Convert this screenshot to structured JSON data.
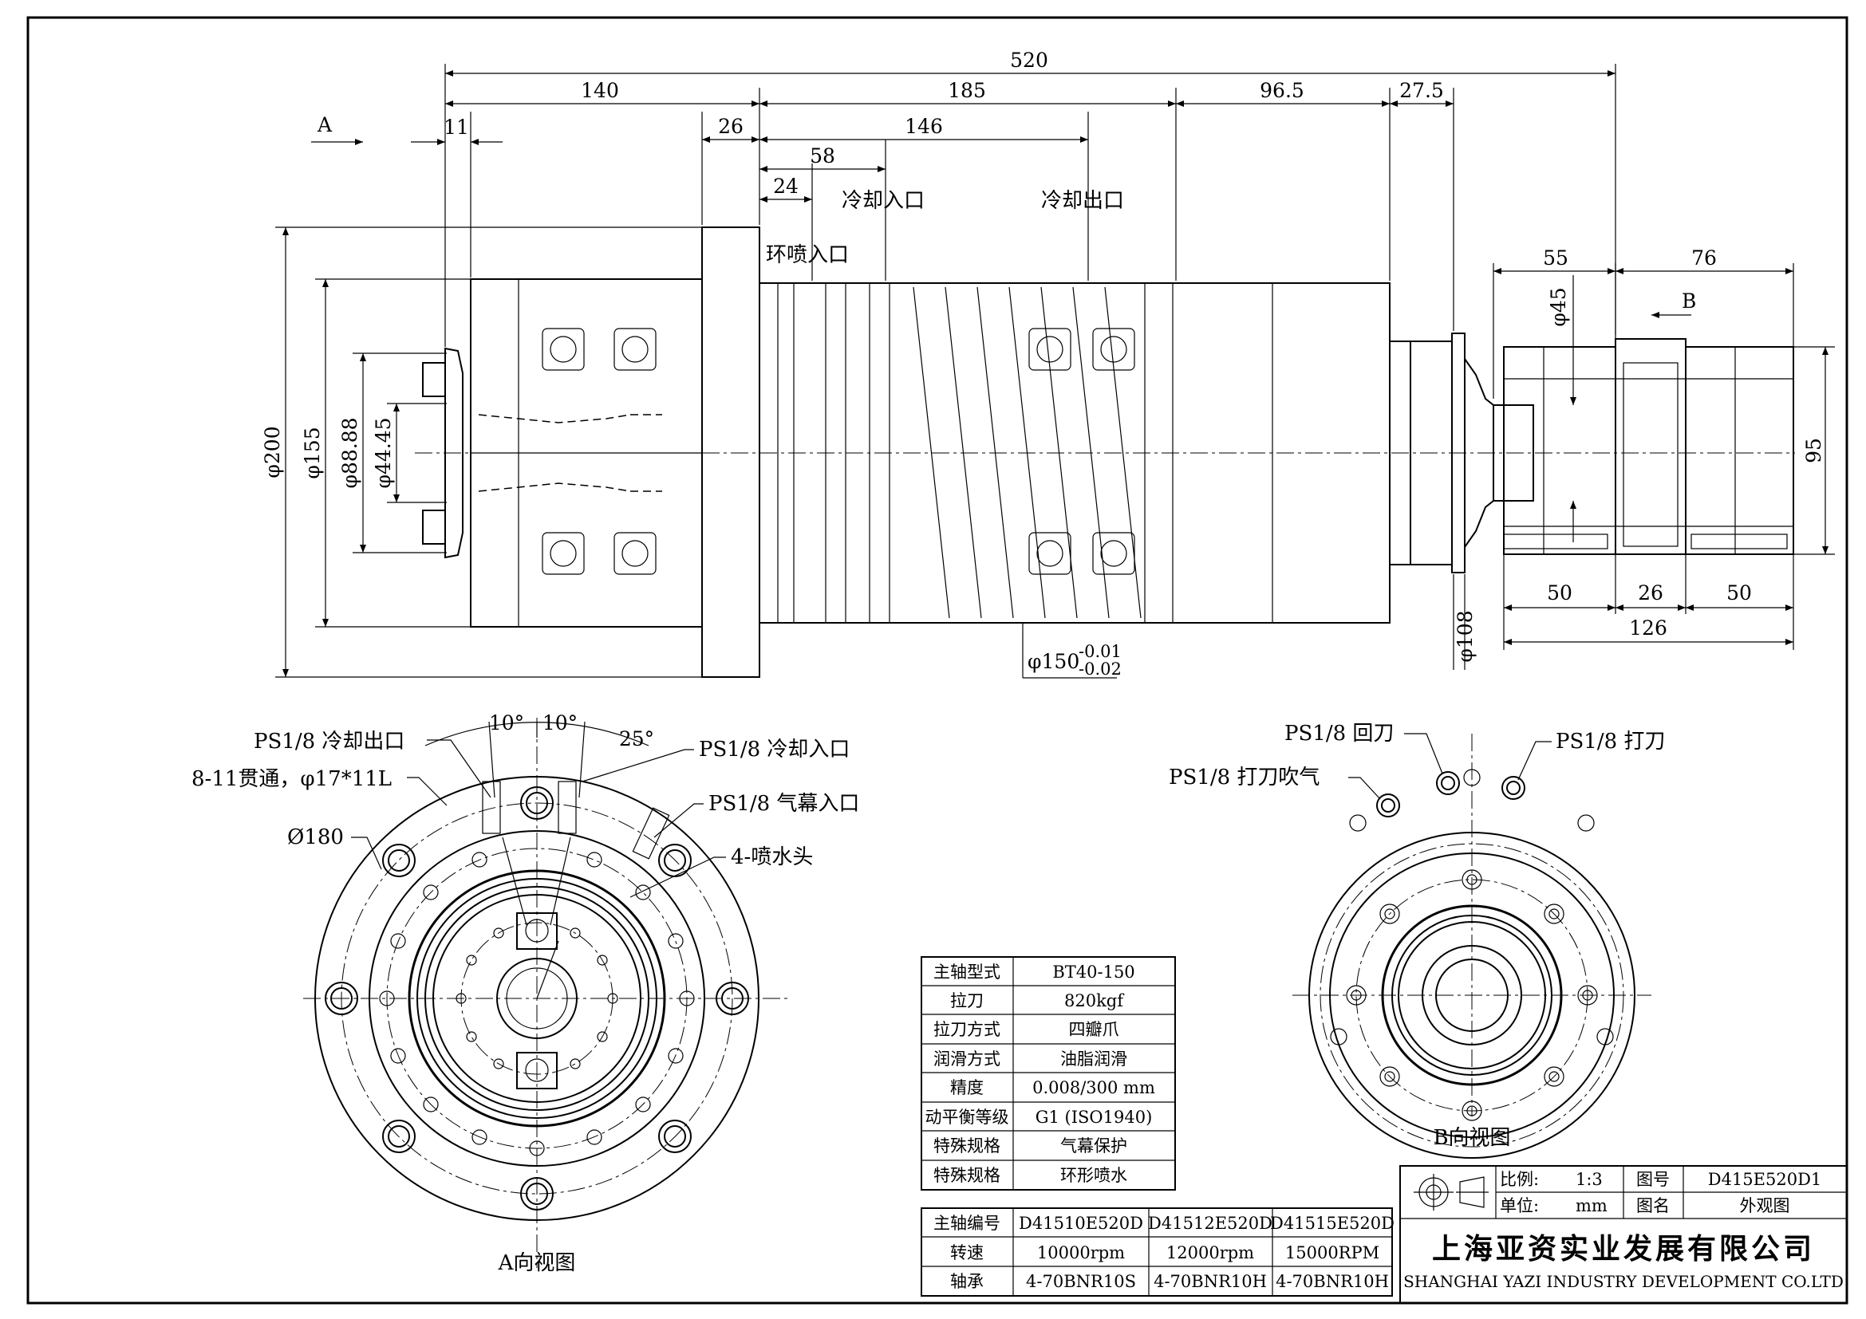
{
  "dimensions": {
    "total_length": "520",
    "d140": "140",
    "d185": "185",
    "d96_5": "96.5",
    "d27_5": "27.5",
    "d11": "11",
    "d26": "26",
    "d146": "146",
    "d58": "58",
    "d24": "24",
    "dia200": "φ200",
    "dia155": "φ155",
    "dia88_88": "φ88.88",
    "dia44_45": "φ44.45",
    "dia150": "φ150",
    "tol_upper": "-0.01",
    "tol_lower": "-0.02",
    "d55": "55",
    "d76": "76",
    "dia45": "φ45",
    "d95": "95",
    "d50a": "50",
    "d26b": "26",
    "d50b": "50",
    "d126": "126",
    "dia108": "φ108",
    "dia180": "Ø180",
    "ang10a": "10°",
    "ang10b": "10°",
    "ang25": "25°"
  },
  "labels": {
    "view_mark_a": "A",
    "view_mark_b": "B",
    "coolant_in": "冷却入口",
    "coolant_out": "冷却出口",
    "ring_spray_in": "环喷入口",
    "a_ps_coolant_out": "PS1/8 冷却出口",
    "a_holes": "8-11贯通，φ17*11L",
    "a_ps_coolant_in": "PS1/8 冷却入口",
    "a_ps_air_curtain": "PS1/8 气幕入口",
    "a_nozzles": "4-喷水头",
    "a_view_title": "A向视图",
    "b_ps_return": "PS1/8 回刀",
    "b_ps_release": "PS1/8 打刀",
    "b_ps_release_air": "PS1/8 打刀吹气",
    "b_view_title": "B向视图"
  },
  "spec_table": [
    {
      "key": "主轴型式",
      "value": "BT40-150"
    },
    {
      "key": "拉刀",
      "value": "820kgf"
    },
    {
      "key": "拉刀方式",
      "value": "四瓣爪"
    },
    {
      "key": "润滑方式",
      "value": "油脂润滑"
    },
    {
      "key": "精度",
      "value": "0.008/300 mm"
    },
    {
      "key": "动平衡等级",
      "value": "G1 (ISO1940)"
    },
    {
      "key": "特殊规格",
      "value": "气幕保护"
    },
    {
      "key": "特殊规格",
      "value": "环形喷水"
    }
  ],
  "model_table": {
    "header": "主轴编号",
    "models": [
      "D41510E520D",
      "D41512E520D",
      "D41515E520D"
    ],
    "rows": [
      {
        "key": "转速",
        "values": [
          "10000rpm",
          "12000rpm",
          "15000RPM"
        ]
      },
      {
        "key": "轴承",
        "values": [
          "4-70BNR10S",
          "4-70BNR10H",
          "4-70BNR10H"
        ]
      }
    ]
  },
  "title_block": {
    "scale_label": "比例:",
    "scale_value": "1:3",
    "unit_label": "单位:",
    "unit_value": "mm",
    "drawing_no_label": "图号",
    "drawing_no": "D415E520D1",
    "drawing_name_label": "图名",
    "drawing_name": "外观图",
    "company_cn": "上海亚资实业发展有限公司",
    "company_en": "SHANGHAI YAZI INDUSTRY DEVELOPMENT CO.LTD"
  }
}
